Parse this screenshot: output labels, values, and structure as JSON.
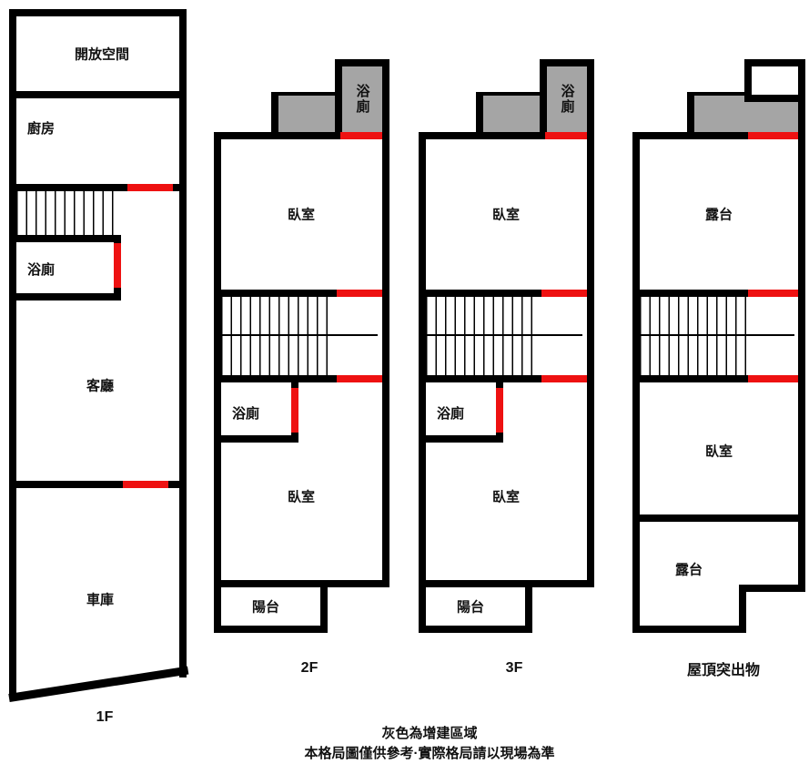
{
  "colors": {
    "wall": "#000000",
    "door": "#ee1111",
    "extension": "#a5a5a5",
    "bg": "#ffffff",
    "text": "#111111"
  },
  "floor1": {
    "name": "1F",
    "open_space": "開放空間",
    "kitchen": "廚房",
    "bath": "浴廁",
    "living": "客廳",
    "garage": "車庫"
  },
  "floor2": {
    "name": "2F",
    "bath_top": "浴廁",
    "bedroom_top": "臥室",
    "bath": "浴廁",
    "bedroom_bottom": "臥室",
    "balcony": "陽台"
  },
  "floor3": {
    "name": "3F",
    "bath_top": "浴廁",
    "bedroom_top": "臥室",
    "bath": "浴廁",
    "bedroom_bottom": "臥室",
    "balcony": "陽台"
  },
  "roof": {
    "name": "屋頂突出物",
    "terrace_top": "露台",
    "bedroom": "臥室",
    "terrace_bottom": "露台"
  },
  "notes": {
    "legend": "灰色為增建區域",
    "disclaimer": "本格局圖僅供參考·實際格局請以現場為準"
  }
}
